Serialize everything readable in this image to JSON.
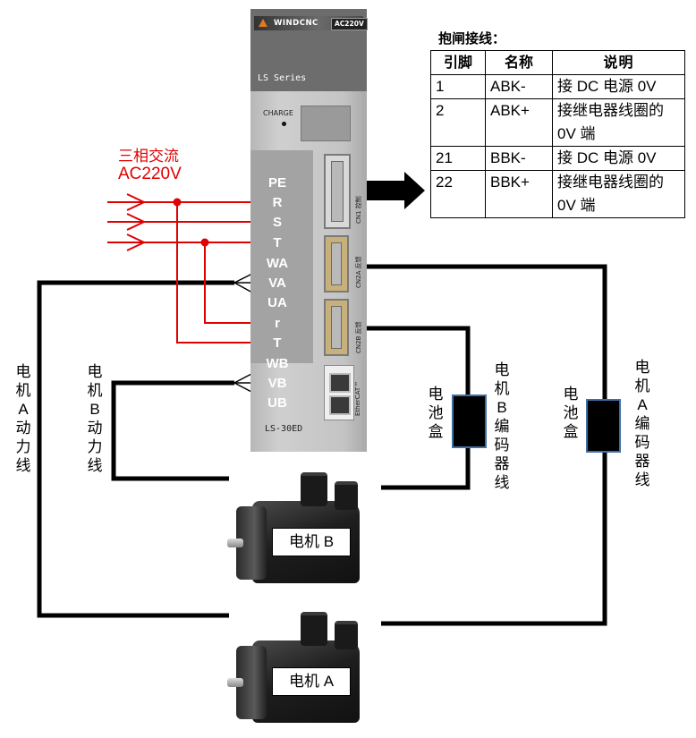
{
  "driver": {
    "brand": "WINDCNC",
    "voltage_badge": "AC220V",
    "series": "LS Series",
    "charge": "CHARGE",
    "model": "LS-30ED",
    "cn1_label": "CN1 控制",
    "cn2a_label": "CN2A 反馈",
    "cn2b_label": "CN2B 反馈",
    "ethercat_label": "EtherCAT™"
  },
  "terminals": [
    "PE",
    "R",
    "S",
    "T",
    "WA",
    "VA",
    "UA",
    "r",
    "T",
    "WB",
    "VB",
    "UB"
  ],
  "power_supply": {
    "line1": "三相交流",
    "line2": "AC220V"
  },
  "labels": {
    "motor_a_power": "电机A动力线",
    "motor_b_power": "电机B动力线",
    "battery_box_b": "电池盒",
    "encoder_b": "电机B编码器线",
    "battery_box_a": "电池盒",
    "encoder_a": "电机A编码器线"
  },
  "motors": {
    "motor_b": "电机 B",
    "motor_a": "电机 A"
  },
  "brake_table": {
    "title": "抱闸接线：",
    "headers": [
      "引脚",
      "名称",
      "说明"
    ],
    "rows": [
      [
        "1",
        "ABK-",
        "接 DC 电源 0V"
      ],
      [
        "2",
        "ABK+",
        "接继电器线圈的0V 端"
      ],
      [
        "21",
        "BBK-",
        "接 DC 电源 0V"
      ],
      [
        "22",
        "BBK+",
        "接继电器线圈的0V 端"
      ]
    ]
  },
  "colors": {
    "power_wire": "#e00000",
    "signal_wire": "#000000",
    "battery_border": "#3d6fa8"
  }
}
